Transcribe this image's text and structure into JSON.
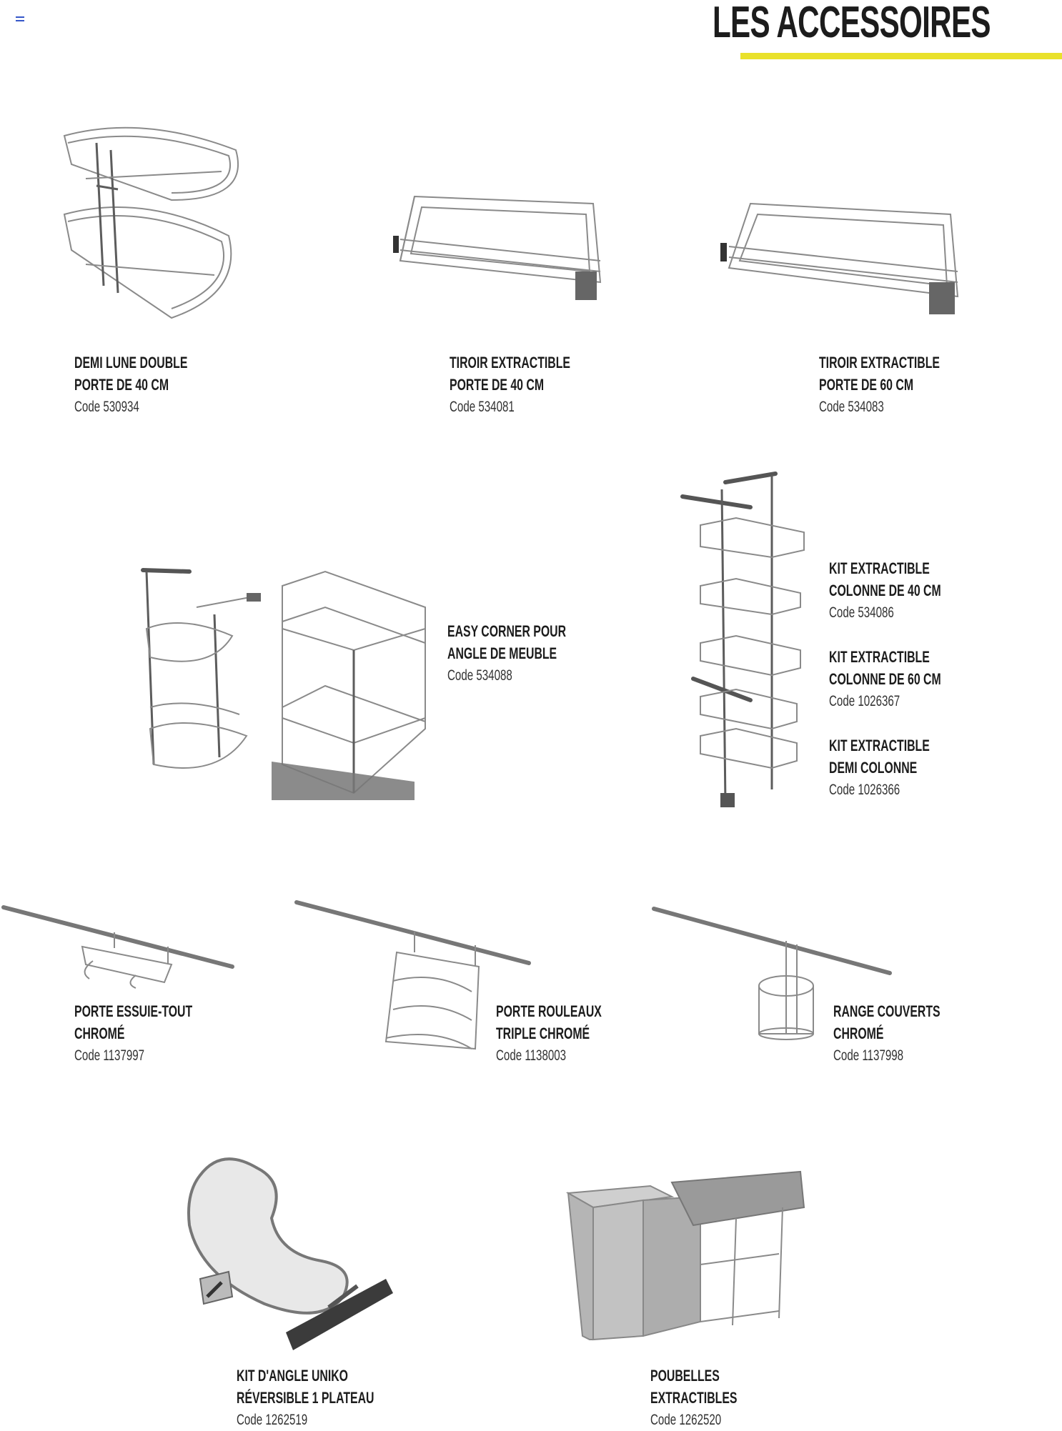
{
  "header": {
    "title": "LES ACCESSOIRES",
    "accent_color": "#e9e12b"
  },
  "products": [
    {
      "line1": "DEMI LUNE DOUBLE",
      "line2": "PORTE DE 40 CM",
      "code": "Code 530934"
    },
    {
      "line1": "TIROIR EXTRACTIBLE",
      "line2": "PORTE DE  40 CM",
      "code": "Code 534081"
    },
    {
      "line1": "TIROIR EXTRACTIBLE",
      "line2": "PORTE DE 60 CM",
      "code": "Code 534083"
    },
    {
      "line1": "EASY CORNER POUR",
      "line2": "ANGLE DE MEUBLE",
      "code": "Code 534088"
    },
    {
      "line1": "KIT EXTRACTIBLE",
      "line2": "COLONNE DE 40 CM",
      "code": "Code 534086"
    },
    {
      "line1": "KIT EXTRACTIBLE",
      "line2": "COLONNE DE 60 CM",
      "code": "Code 1026367"
    },
    {
      "line1": "KIT EXTRACTIBLE",
      "line2": "DEMI COLONNE",
      "code": "Code 1026366"
    },
    {
      "line1": "PORTE ESSUIE-TOUT",
      "line2": "CHROMÉ",
      "code": "Code 1137997"
    },
    {
      "line1": "PORTE ROULEAUX",
      "line2": "TRIPLE CHROMÉ",
      "code": "Code 1138003"
    },
    {
      "line1": "RANGE COUVERTS",
      "line2": "CHROMÉ",
      "code": "Code 1137998"
    },
    {
      "line1": "KIT D'ANGLE UNIKO",
      "line2": "RÉVERSIBLE 1 PLATEAU",
      "code": "Code 1262519"
    },
    {
      "line1": "POUBELLES",
      "line2": "EXTRACTIBLES",
      "code": "Code 1262520"
    }
  ]
}
